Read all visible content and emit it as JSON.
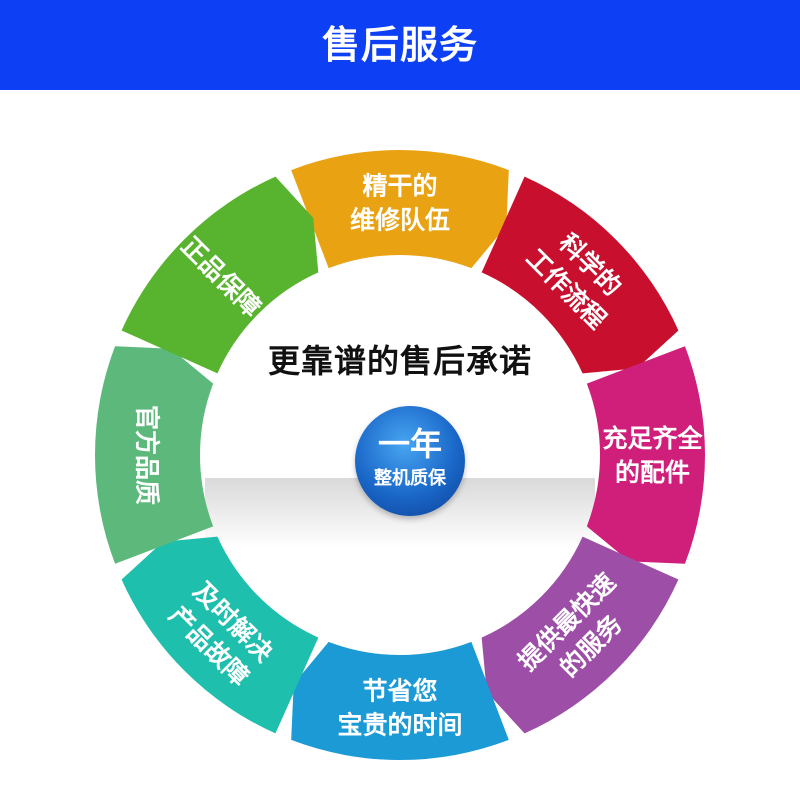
{
  "header": {
    "title": "售后服务",
    "bg_color": "#0d3ff5"
  },
  "center": {
    "title": "更靠谱的售后承诺",
    "badge_main": "一年",
    "badge_sub": "整机质保"
  },
  "segments": [
    {
      "lines": [
        "精干的",
        "维修队伍"
      ],
      "color": "#e8a212"
    },
    {
      "lines": [
        "科学的",
        "工作流程"
      ],
      "color": "#c8102e"
    },
    {
      "lines": [
        "充足齐全",
        "的配件"
      ],
      "color": "#cf1f7a"
    },
    {
      "lines": [
        "提供最快速",
        "的服务"
      ],
      "color": "#9d4ea6"
    },
    {
      "lines": [
        "节省您",
        "宝贵的时间"
      ],
      "color": "#1b9ad6"
    },
    {
      "lines": [
        "及时解决",
        "产品故障"
      ],
      "color": "#1fbfae"
    },
    {
      "lines": [
        "官方品质"
      ],
      "color": "#5db87c"
    },
    {
      "lines": [
        "正品保障"
      ],
      "color": "#58b42f"
    }
  ]
}
